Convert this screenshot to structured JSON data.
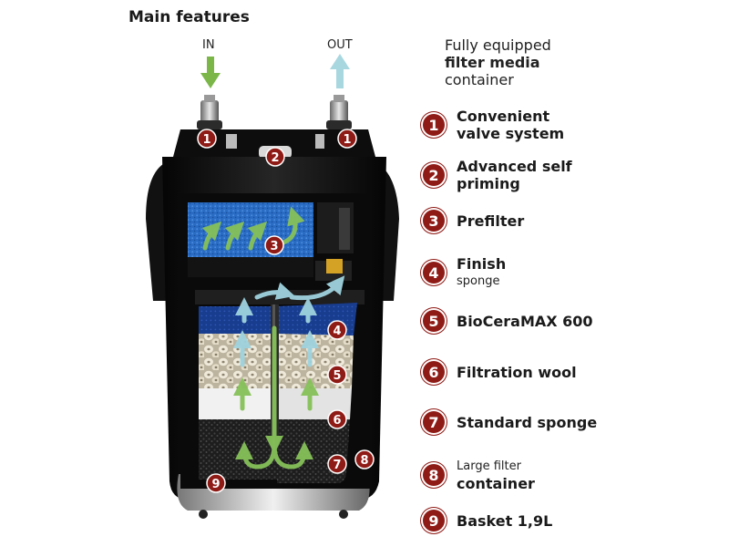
{
  "title": "Main features",
  "ports": {
    "in": "IN",
    "out": "OUT"
  },
  "intro": {
    "line1": "Fully equipped",
    "line2": "filter media",
    "line3": "container"
  },
  "features": [
    {
      "num": "1",
      "line1": "Convenient",
      "line2": "valve system"
    },
    {
      "num": "2",
      "line1": "Advanced self",
      "line2": "priming"
    },
    {
      "num": "3",
      "line1": "Prefilter"
    },
    {
      "num": "4",
      "line1": "Finish",
      "small": "sponge"
    },
    {
      "num": "5",
      "line1": "BioCeraMAX 600"
    },
    {
      "num": "6",
      "line1": "Filtration wool"
    },
    {
      "num": "7",
      "line1": "Standard sponge"
    },
    {
      "num": "8",
      "small_first": "Large filter",
      "line2": "container"
    },
    {
      "num": "9",
      "line1": "Basket 1,9L"
    }
  ],
  "colors": {
    "badge": "#8f1b16",
    "arrow_in": "#7ab648",
    "arrow_out": "#a9d7e0",
    "casing": "#141414",
    "prefilter_sponge": "#1f5fa8",
    "finish_sponge": "#173a8a",
    "ceramic": "#ddd6c4",
    "wool": "#f2f2f2",
    "standard_sponge": "#2a2a2a"
  }
}
